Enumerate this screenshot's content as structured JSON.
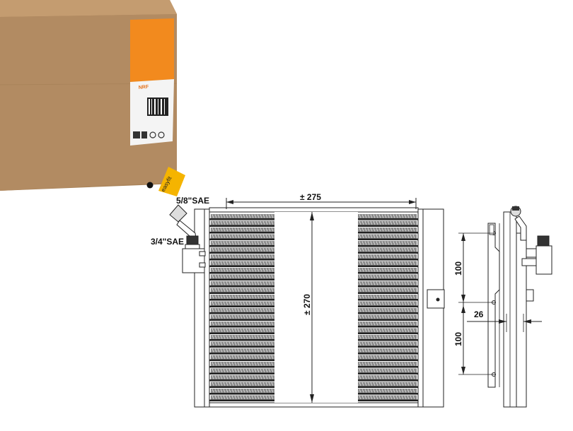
{
  "product_box": {
    "brand_label": "NRF",
    "sticker_text": "easyfit",
    "colors": {
      "cardboard": "#b28b62",
      "cardboard_dark": "#9c774f",
      "orange": "#f28a1e",
      "sticker": "#f5b400"
    }
  },
  "drawing": {
    "fittings": {
      "top": "5/8\"SAE",
      "bottom": "3/4\"SAE"
    },
    "dimensions": {
      "width": "± 275",
      "height": "± 270",
      "spacing_upper": "100",
      "spacing_lower": "100",
      "depth": "26"
    }
  }
}
